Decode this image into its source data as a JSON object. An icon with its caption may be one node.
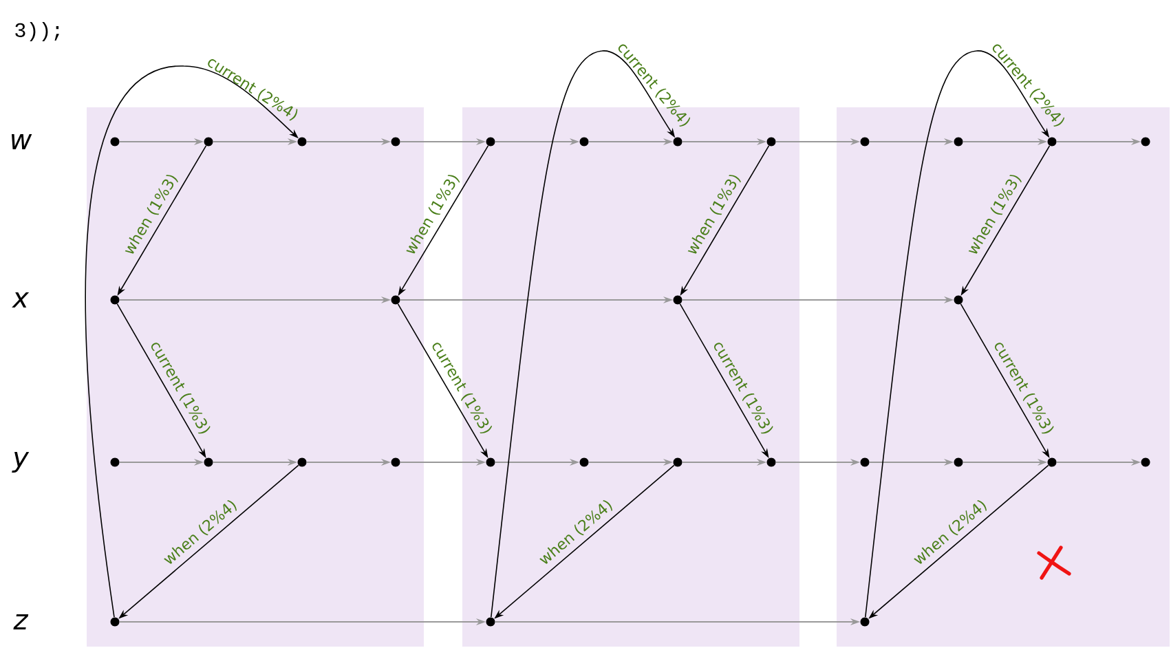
{
  "diagram": {
    "nodes": [
      {
        "text": [],
        "shape": "box"
      },
      {
        "text": [],
        "shape": "box"
      },
      {
        "text": [],
        "shape": "box"
      },
      {
        "text": [],
        "shape": "circle",
        "in": 0
      },
      {
        "text": [],
        "shape": "circle",
        "in": 0
      },
      {
        "text": [],
        "shape": "circle",
        "in": 0
      },
      {
        "text": [],
        "shape": "circle",
        "in": 0
      },
      {
        "text": [],
        "shape": "circle",
        "in": 1
      },
      {
        "text": [],
        "shape": "circle",
        "in": 1
      },
      {
        "text": [],
        "shape": "circle",
        "in": 1
      },
      {
        "text": [],
        "shape": "circle",
        "in": 1
      },
      {
        "text": [],
        "shape": "circle",
        "in": 2
      },
      {
        "text": [],
        "shape": "circle",
        "in": 2
      },
      {
        "text": [],
        "shape": "circle",
        "in": 2
      },
      {
        "text": [],
        "shape": "circle",
        "in": 2
      },
      {
        "text": [],
        "shape": "circle",
        "in": 0
      },
      {
        "text": [],
        "shape": "circle",
        "in": 0
      },
      {
        "text": [],
        "shape": "circle",
        "in": 1
      },
      {
        "text": [],
        "shape": "circle",
        "in": 2
      },
      {
        "text": [],
        "shape": "circle",
        "in": 0
      },
      {
        "text": [],
        "shape": "circle",
        "in": 0
      },
      {
        "text": [],
        "shape": "circle",
        "in": 0
      },
      {
        "text": [],
        "shape": "circle",
        "in": 0
      },
      {
        "text": [],
        "shape": "circle",
        "in": 1
      },
      {
        "text": [],
        "shape": "circle",
        "in": 1
      },
      {
        "text": [],
        "shape": "circle",
        "in": 1
      },
      {
        "text": [],
        "shape": "circle",
        "in": 1
      },
      {
        "text": [],
        "shape": "circle",
        "in": 2
      },
      {
        "text": [],
        "shape": "circle",
        "in": 2
      },
      {
        "text": [],
        "shape": "circle",
        "in": 2
      },
      {
        "text": [],
        "shape": "circle",
        "in": 2
      },
      {
        "text": [],
        "shape": "circle",
        "in": 0
      },
      {
        "text": [],
        "shape": "circle",
        "in": 1
      },
      {
        "text": [],
        "shape": "circle",
        "in": 2
      }
    ],
    "edges": [
      {
        "from": 3,
        "to": 4,
        "arrow": "to"
      },
      {
        "from": 4,
        "to": 5,
        "arrow": "to"
      },
      {
        "from": 5,
        "to": 6,
        "arrow": "to"
      },
      {
        "from": 6,
        "to": 7,
        "arrow": "to"
      },
      {
        "from": 7,
        "to": 8,
        "arrow": "to"
      },
      {
        "from": 8,
        "to": 9,
        "arrow": "to"
      },
      {
        "from": 9,
        "to": 10,
        "arrow": "to"
      },
      {
        "from": 10,
        "to": 11,
        "arrow": "to"
      },
      {
        "from": 11,
        "to": 12,
        "arrow": "to"
      },
      {
        "from": 12,
        "to": 13,
        "arrow": "to"
      },
      {
        "from": 13,
        "to": 14,
        "arrow": "to"
      },
      {
        "from": 15,
        "to": 16,
        "arrow": "to"
      },
      {
        "from": 16,
        "to": 17,
        "arrow": "to"
      },
      {
        "from": 17,
        "to": 18,
        "arrow": "to"
      },
      {
        "from": 19,
        "to": 20,
        "arrow": "to"
      },
      {
        "from": 20,
        "to": 21,
        "arrow": "to"
      },
      {
        "from": 21,
        "to": 22,
        "arrow": "to"
      },
      {
        "from": 22,
        "to": 23,
        "arrow": "to"
      },
      {
        "from": 23,
        "to": 24,
        "arrow": "to"
      },
      {
        "from": 24,
        "to": 25,
        "arrow": "to"
      },
      {
        "from": 25,
        "to": 26,
        "arrow": "to"
      },
      {
        "from": 26,
        "to": 27,
        "arrow": "to"
      },
      {
        "from": 27,
        "to": 28,
        "arrow": "to"
      },
      {
        "from": 28,
        "to": 29,
        "arrow": "to"
      },
      {
        "from": 29,
        "to": 30,
        "arrow": "to"
      },
      {
        "from": 31,
        "to": 32,
        "arrow": "to"
      },
      {
        "from": 32,
        "to": 33,
        "arrow": "to"
      },
      {
        "from": 4,
        "to": 15,
        "arrow": "to",
        "label": "when (1%3)",
        "color": "#000000"
      },
      {
        "from": 7,
        "to": 16,
        "arrow": "to",
        "label": "when (1%3)",
        "color": "#000000"
      },
      {
        "from": 10,
        "to": 17,
        "arrow": "to",
        "label": "when (1%3)",
        "color": "#000000"
      },
      {
        "from": 13,
        "to": 18,
        "arrow": "to",
        "label": "when (1%3)",
        "color": "#000000"
      },
      {
        "from": 15,
        "to": 20,
        "arrow": "to",
        "label": "current (1%3)",
        "color": "#000000"
      },
      {
        "from": 16,
        "to": 23,
        "arrow": "to",
        "label": "current (1%3)",
        "color": "#000000"
      },
      {
        "from": 17,
        "to": 26,
        "arrow": "to",
        "label": "current (1%3)",
        "color": "#000000"
      },
      {
        "from": 18,
        "to": 29,
        "arrow": "to",
        "label": "current (1%3)",
        "color": "#000000"
      },
      {
        "from": 21,
        "to": 31,
        "arrow": "to",
        "label": "when (2%4)",
        "color": "#000000"
      },
      {
        "from": 25,
        "to": 32,
        "arrow": "to",
        "label": "when (2%4)",
        "color": "#000000"
      },
      {
        "from": 29,
        "to": 33,
        "arrow": "to",
        "label": "when (2%4)",
        "color": "#000000"
      },
      {
        "from": 31,
        "to": 5,
        "arrow": "to",
        "label": "current (2%4)",
        "color": "#000000"
      },
      {
        "from": 32,
        "to": 9,
        "arrow": "to",
        "label": "current (2%4)",
        "color": "#000000"
      },
      {
        "from": 33,
        "to": 13,
        "arrow": "to",
        "label": "current (2%4)",
        "color": "#000000"
      }
    ],
    "labels": [
      "3));",
      "w",
      "x",
      "y",
      "z"
    ]
  }
}
